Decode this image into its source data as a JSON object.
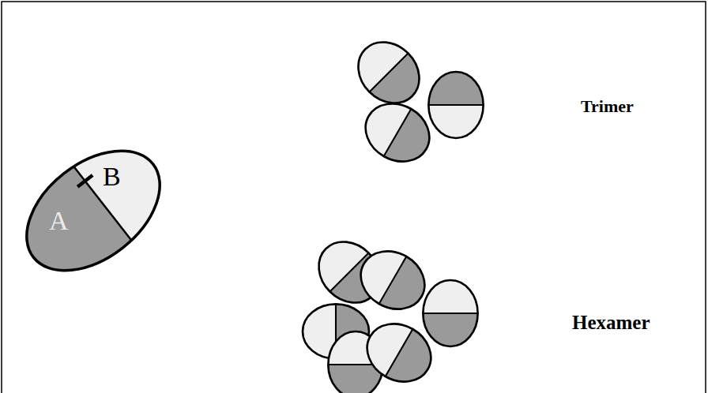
{
  "diagram": {
    "nodes": [
      {
        "text": [
          "A",
          "B"
        ]
      }
    ],
    "labels": [
      "Trimer",
      "Hexamer"
    ]
  }
}
